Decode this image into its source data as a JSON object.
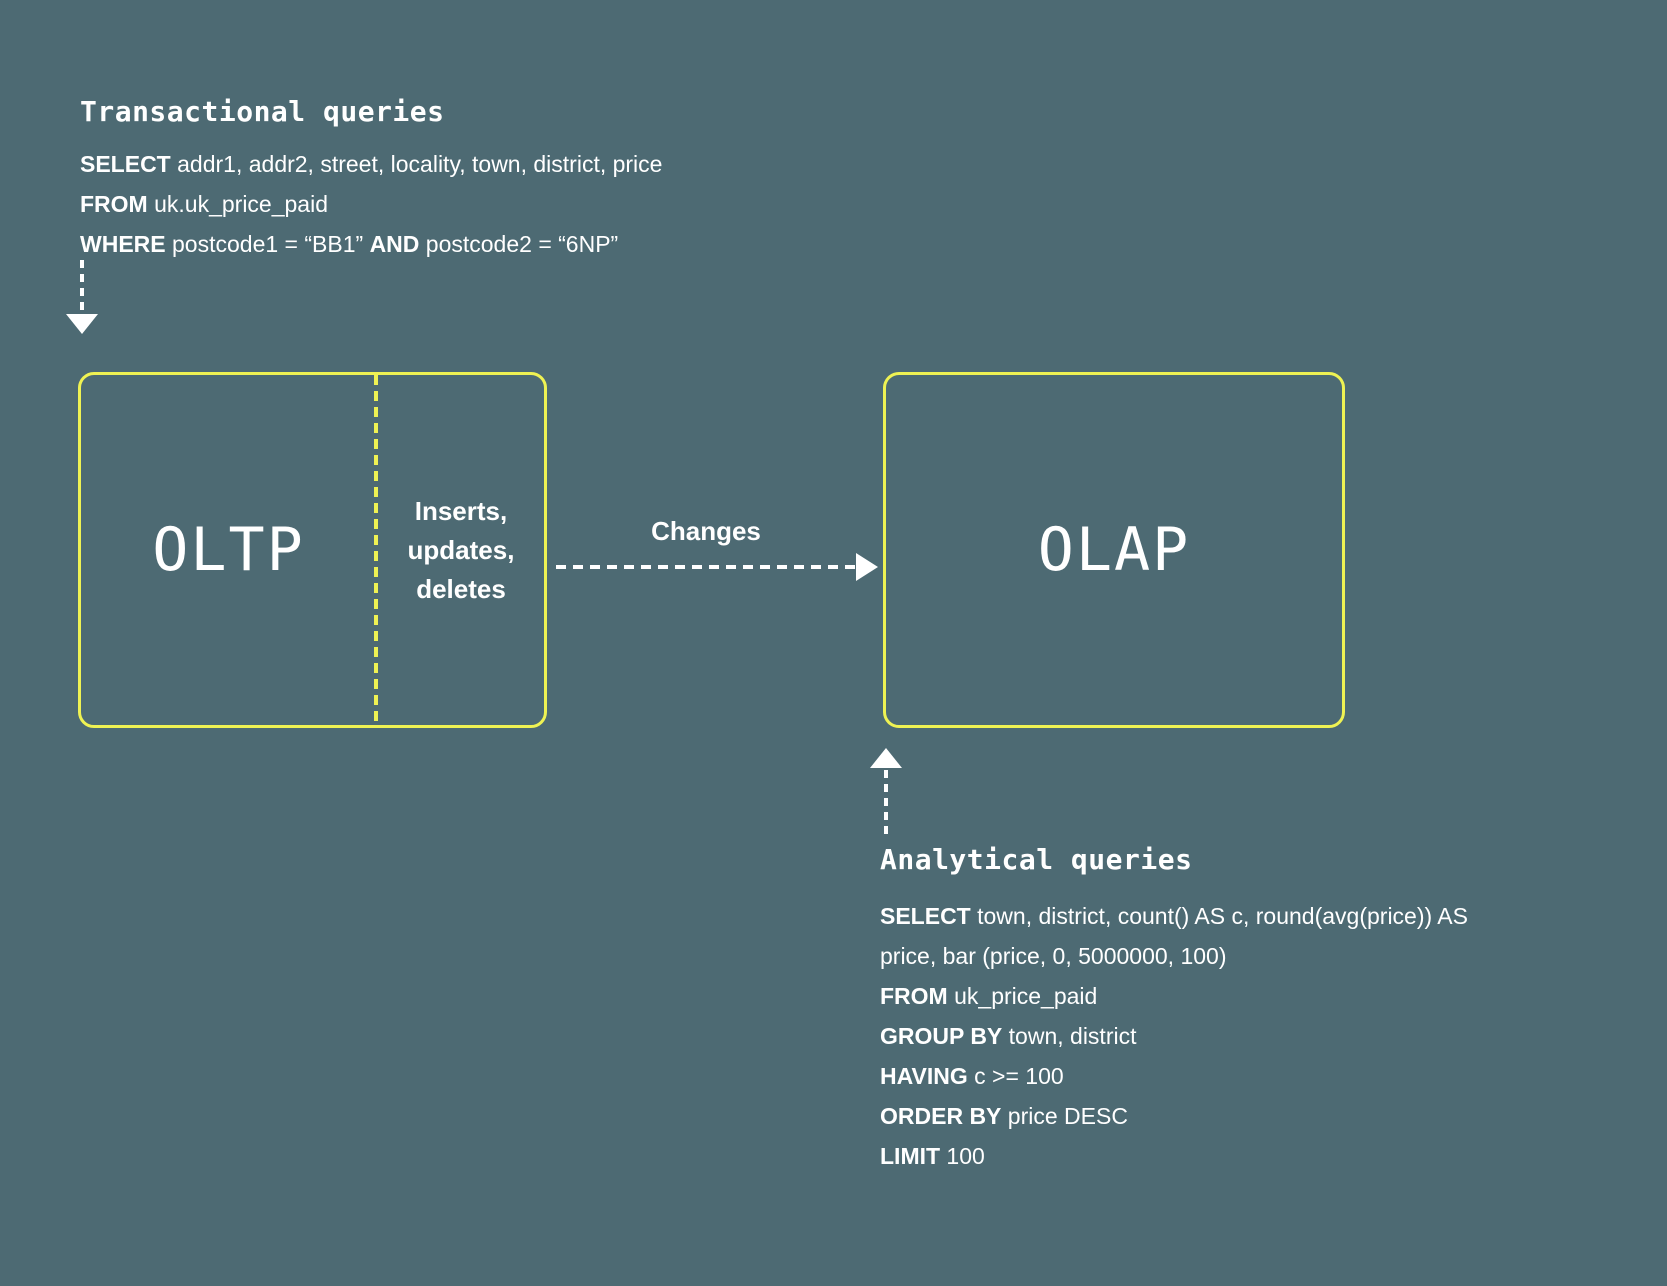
{
  "colors": {
    "background": "#4d6a73",
    "accent_yellow": "#eff253",
    "text_white": "#ffffff"
  },
  "transactional": {
    "title": "Transactional queries",
    "sql": [
      [
        {
          "t": "SELECT",
          "b": true
        },
        {
          "t": " addr1, addr2, street, locality, town, district, price",
          "b": false
        }
      ],
      [
        {
          "t": "FROM",
          "b": true
        },
        {
          "t": " uk.uk_price_paid",
          "b": false
        }
      ],
      [
        {
          "t": "WHERE",
          "b": true
        },
        {
          "t": " postcode1 = “BB1” ",
          "b": false
        },
        {
          "t": "AND",
          "b": true
        },
        {
          "t": " postcode2 = “6NP”",
          "b": false
        }
      ]
    ]
  },
  "oltp": {
    "label": "OLTP",
    "side_note_lines": [
      "Inserts,",
      "updates,",
      "deletes"
    ]
  },
  "changes_label": "Changes",
  "olap": {
    "label": "OLAP"
  },
  "analytical": {
    "title": "Analytical queries",
    "sql": [
      [
        {
          "t": "SELECT",
          "b": true
        },
        {
          "t": " town, district, count() AS c, round(avg(price)) AS",
          "b": false
        }
      ],
      [
        {
          "t": "price, bar (price, 0, 5000000, 100)",
          "b": false
        }
      ],
      [
        {
          "t": "FROM",
          "b": true
        },
        {
          "t": " uk_price_paid",
          "b": false
        }
      ],
      [
        {
          "t": "GROUP BY",
          "b": true
        },
        {
          "t": " town, district",
          "b": false
        }
      ],
      [
        {
          "t": "HAVING",
          "b": true
        },
        {
          "t": " c >= 100",
          "b": false
        }
      ],
      [
        {
          "t": "ORDER BY",
          "b": true
        },
        {
          "t": " price DESC",
          "b": false
        }
      ],
      [
        {
          "t": "LIMIT",
          "b": true
        },
        {
          "t": " 100",
          "b": false
        }
      ]
    ]
  }
}
